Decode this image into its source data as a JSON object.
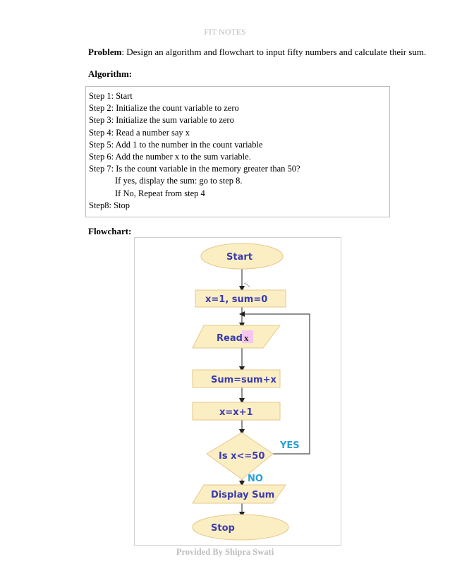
{
  "header": {
    "text": "FIT NOTES"
  },
  "problem": {
    "label": "Problem",
    "text": ": Design an algorithm and flowchart to input fifty numbers and calculate their sum."
  },
  "algorithm": {
    "label": "Algorithm:",
    "steps": [
      "Step 1: Start",
      "Step 2: Initialize the count variable to zero",
      "Step 3: Initialize the sum variable to zero",
      "Step 4: Read a number say x",
      "Step 5: Add 1 to the number in the count variable",
      "Step 6: Add the number x to the sum variable.",
      "Step 7: Is the count variable in the memory greater than 50?",
      "If yes, display the sum: go to step 8.",
      "If No, Repeat from step 4",
      "Step8: Stop"
    ]
  },
  "flowchart": {
    "label": "Flowchart:",
    "start": "Start",
    "init": "x=1, sum=0",
    "read": "Read",
    "read_var": "x",
    "sum": "Sum=sum+x",
    "increment": "x=x+1",
    "decision": "Is x<=50",
    "yes": "YES",
    "no": "NO",
    "display": "Display Sum",
    "stop": "Stop",
    "colors": {
      "shape_fill": "#fbeec3",
      "shape_stroke": "#e6c88a",
      "text": "#3b3bb0",
      "yes_no": "#2a9fd6",
      "highlight": "#f5c6f0"
    }
  },
  "footer": {
    "text": "Provided By Shipra Swati"
  }
}
